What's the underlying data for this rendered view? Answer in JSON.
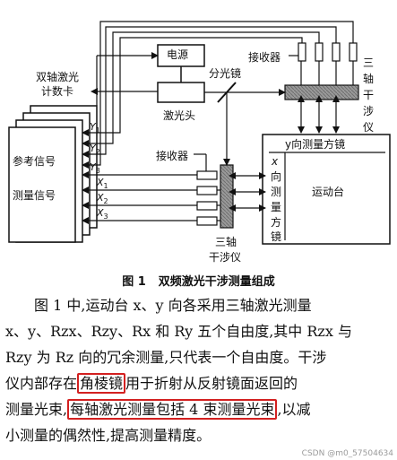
{
  "figure": {
    "labels": {
      "counter_card_l1": "双轴激光",
      "counter_card_l2": "计数卡",
      "power_supply": "电源",
      "laser_head": "激光头",
      "beam_splitter": "分光镜",
      "receiver_top": "接收器",
      "receiver_mid": "接收器",
      "interferometer_right": [
        "三",
        "轴",
        "干",
        "涉",
        "仪"
      ],
      "interferometer_bottom_l1": "三轴",
      "interferometer_bottom_l2": "干涉仪",
      "reference_signal": "参考信号",
      "measure_signal": "测量信号",
      "y_mirror": "y向测量方镜",
      "x_mirror": [
        "x",
        "向",
        "测",
        "量",
        "方",
        "镜"
      ],
      "motion_stage": "运动台",
      "signals": {
        "y1": "Y",
        "y2": "Y",
        "y3": "Y",
        "x1": "X",
        "x2": "X",
        "x3": "X",
        "s1": "1",
        "s2": "2",
        "s3": "3"
      }
    },
    "caption_num": "图 1",
    "caption_text": "双频激光干涉测量组成"
  },
  "paragraph": {
    "line1": "图 1 中,运动台 x、y 向各采用三轴激光测量",
    "line2": "x、y、Rzx、Rzy、Rx 和 Ry 五个自由度,其中 Rzx 与",
    "line3": "Rzy 为 Rz 向的冗余测量,只代表一个自由度。干涉",
    "line4_pre": "仪内部存在",
    "line4_hl": "角棱镜",
    "line4_post": "用于折射从反射镜面返回的",
    "line5_pre": "测量光束,",
    "line5_hl": "每轴激光测量包括 4 束测量光束",
    "line5_post": ",以减",
    "line6": "小测量的偶然性,提高测量精度。"
  },
  "watermark": "CSDN @m0_57504634"
}
